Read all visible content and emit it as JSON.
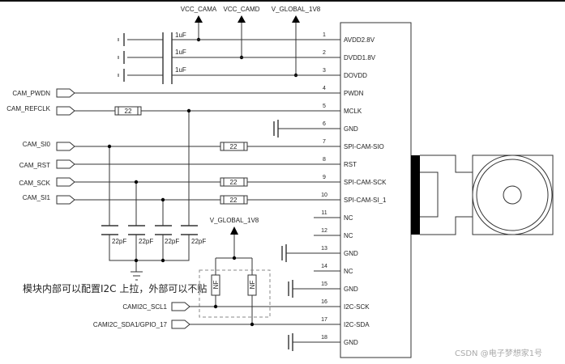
{
  "power_rails": [
    "VCC_CAMA",
    "VCC_CAMD",
    "V_GLOBAL_1V8"
  ],
  "pullup_rail": "V_GLOBAL_1V8",
  "decoupling_caps": [
    "1uF",
    "1uF",
    "1uF"
  ],
  "filter_caps": [
    "22pF",
    "22pF",
    "22pF",
    "22pF"
  ],
  "series_resistors": {
    "refclk": "22",
    "si0": "22",
    "sck": "22",
    "si1": "22"
  },
  "pullup_resistors": [
    "NF",
    "NF"
  ],
  "signals": {
    "pwdn": "CAM_PWDN",
    "refclk": "CAM_REFCLK",
    "si0": "CAM_SI0",
    "rst": "CAM_RST",
    "sck": "CAM_SCK",
    "si1": "CAM_SI1",
    "scl": "CAMI2C_SCL1",
    "sda": "CAMI2C_SDA1/GPIO_17"
  },
  "pins": [
    {
      "num": "1",
      "name": "AVDD2.8V"
    },
    {
      "num": "2",
      "name": "DVDD1.8V"
    },
    {
      "num": "3",
      "name": "DOVDD"
    },
    {
      "num": "4",
      "name": "PWDN"
    },
    {
      "num": "5",
      "name": "MCLK"
    },
    {
      "num": "6",
      "name": "GND"
    },
    {
      "num": "7",
      "name": "SPI-CAM-SIO"
    },
    {
      "num": "8",
      "name": "RST"
    },
    {
      "num": "9",
      "name": "SPI-CAM-SCK"
    },
    {
      "num": "10",
      "name": "SPI-CAM-SI_1"
    },
    {
      "num": "11",
      "name": "NC"
    },
    {
      "num": "12",
      "name": "NC"
    },
    {
      "num": "13",
      "name": "GND"
    },
    {
      "num": "14",
      "name": "NC"
    },
    {
      "num": "15",
      "name": "GND"
    },
    {
      "num": "16",
      "name": "I2C-SCK"
    },
    {
      "num": "17",
      "name": "I2C-SDA"
    },
    {
      "num": "18",
      "name": "GND"
    }
  ],
  "note": "模块内部可以配置I2C 上拉，外部可以不贴",
  "watermark": "CSDN @电子梦想家1号"
}
